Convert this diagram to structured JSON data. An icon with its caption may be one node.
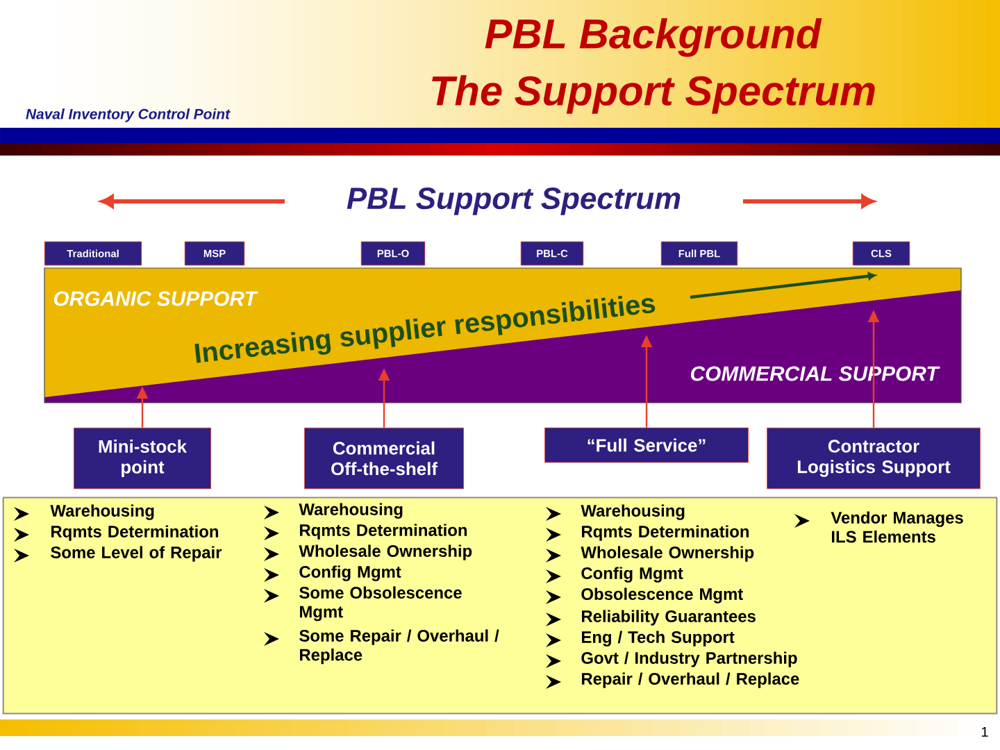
{
  "diagram": {
    "title": "PBL Background",
    "nodes": [
      {
        "text": [
          "Traditional"
        ]
      },
      {
        "text": [
          "MSP"
        ]
      },
      {
        "text": [
          "PBL-O"
        ]
      },
      {
        "text": [
          "PBL-C"
        ]
      },
      {
        "text": [
          "Full PBL"
        ]
      },
      {
        "text": [
          "CLS"
        ]
      },
      {
        "text": [
          "ORGANIC SUPPORT",
          "Increasing supplier responsibilities",
          "COMMERCIAL SUPPORT"
        ]
      },
      {
        "text": [
          "Mini-stock point"
        ]
      },
      {
        "text": [
          "Commercial Off-the-shelf"
        ]
      },
      {
        "text": [
          "“Full Service”"
        ]
      },
      {
        "text": [
          "Contractor Logistics Support"
        ]
      },
      {
        "text": [
          "Warehousing",
          "Rqmts Determination",
          "Some Level of Repair",
          "Warehousing",
          "Rqmts Determination",
          "Wholesale Ownership",
          "Config Mgmt",
          "Some Obsolescence Mgmt",
          "Some Repair / Overhaul / Replace",
          "Warehousing",
          "Rqmts Determination",
          "Wholesale Ownership",
          "Config Mgmt",
          "Obsolescence Mgmt",
          "Reliability Guarantees",
          "Eng / Tech Support",
          "Govt / Industry Partnership",
          "Repair / Overhaul / Replace",
          "Vendor Manages ILS Elements"
        ]
      }
    ],
    "edges": [
      {
        "from": 7,
        "to": 6,
        "arrow": "to"
      },
      {
        "from": 8,
        "to": 6,
        "arrow": "to"
      },
      {
        "from": 9,
        "to": 6,
        "arrow": "to"
      },
      {
        "from": 10,
        "to": 6,
        "arrow": "to"
      }
    ],
    "labels": [
      "The Support Spectrum",
      "Naval Inventory Control Point",
      "PBL Support Spectrum",
      "1"
    ]
  }
}
